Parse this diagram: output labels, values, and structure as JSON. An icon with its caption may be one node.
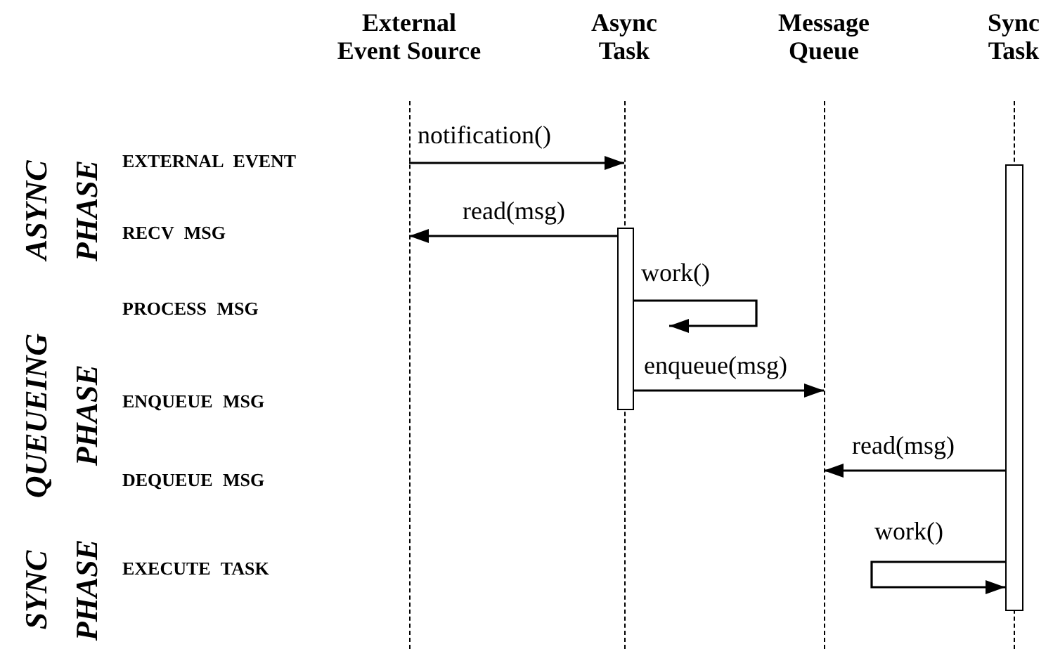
{
  "diagram": {
    "nodes": [
      {
        "text": [
          "External Event Source"
        ]
      },
      {
        "text": [
          "Async Task"
        ]
      },
      {
        "text": [
          "Message Queue"
        ]
      },
      {
        "text": [
          "Sync Task"
        ]
      },
      {
        "text": [],
        "shape": "bar"
      },
      {
        "text": [],
        "shape": "bar"
      }
    ],
    "edges": [
      {
        "from": 0,
        "to": 1,
        "arrow": "to",
        "label": "notification()"
      },
      {
        "from": 4,
        "to": 0,
        "arrow": "to",
        "label": "read(msg)"
      },
      {
        "from": 4,
        "to": 4,
        "arrow": "to",
        "label": "work()"
      },
      {
        "from": 4,
        "to": 2,
        "arrow": "to",
        "label": "enqueue(msg)"
      },
      {
        "from": 5,
        "to": 2,
        "arrow": "to",
        "label": "read(msg)"
      },
      {
        "from": 5,
        "to": 5,
        "arrow": "to",
        "label": "work()"
      }
    ],
    "labels": [
      "ASYNC PHASE",
      "QUEUEING PHASE",
      "SYNC PHASE",
      "EXTERNAL EVENT",
      "RECV MSG",
      "PROCESS MSG",
      "ENQUEUE MSG",
      "DEQUEUE MSG",
      "EXECUTE TASK"
    ]
  }
}
